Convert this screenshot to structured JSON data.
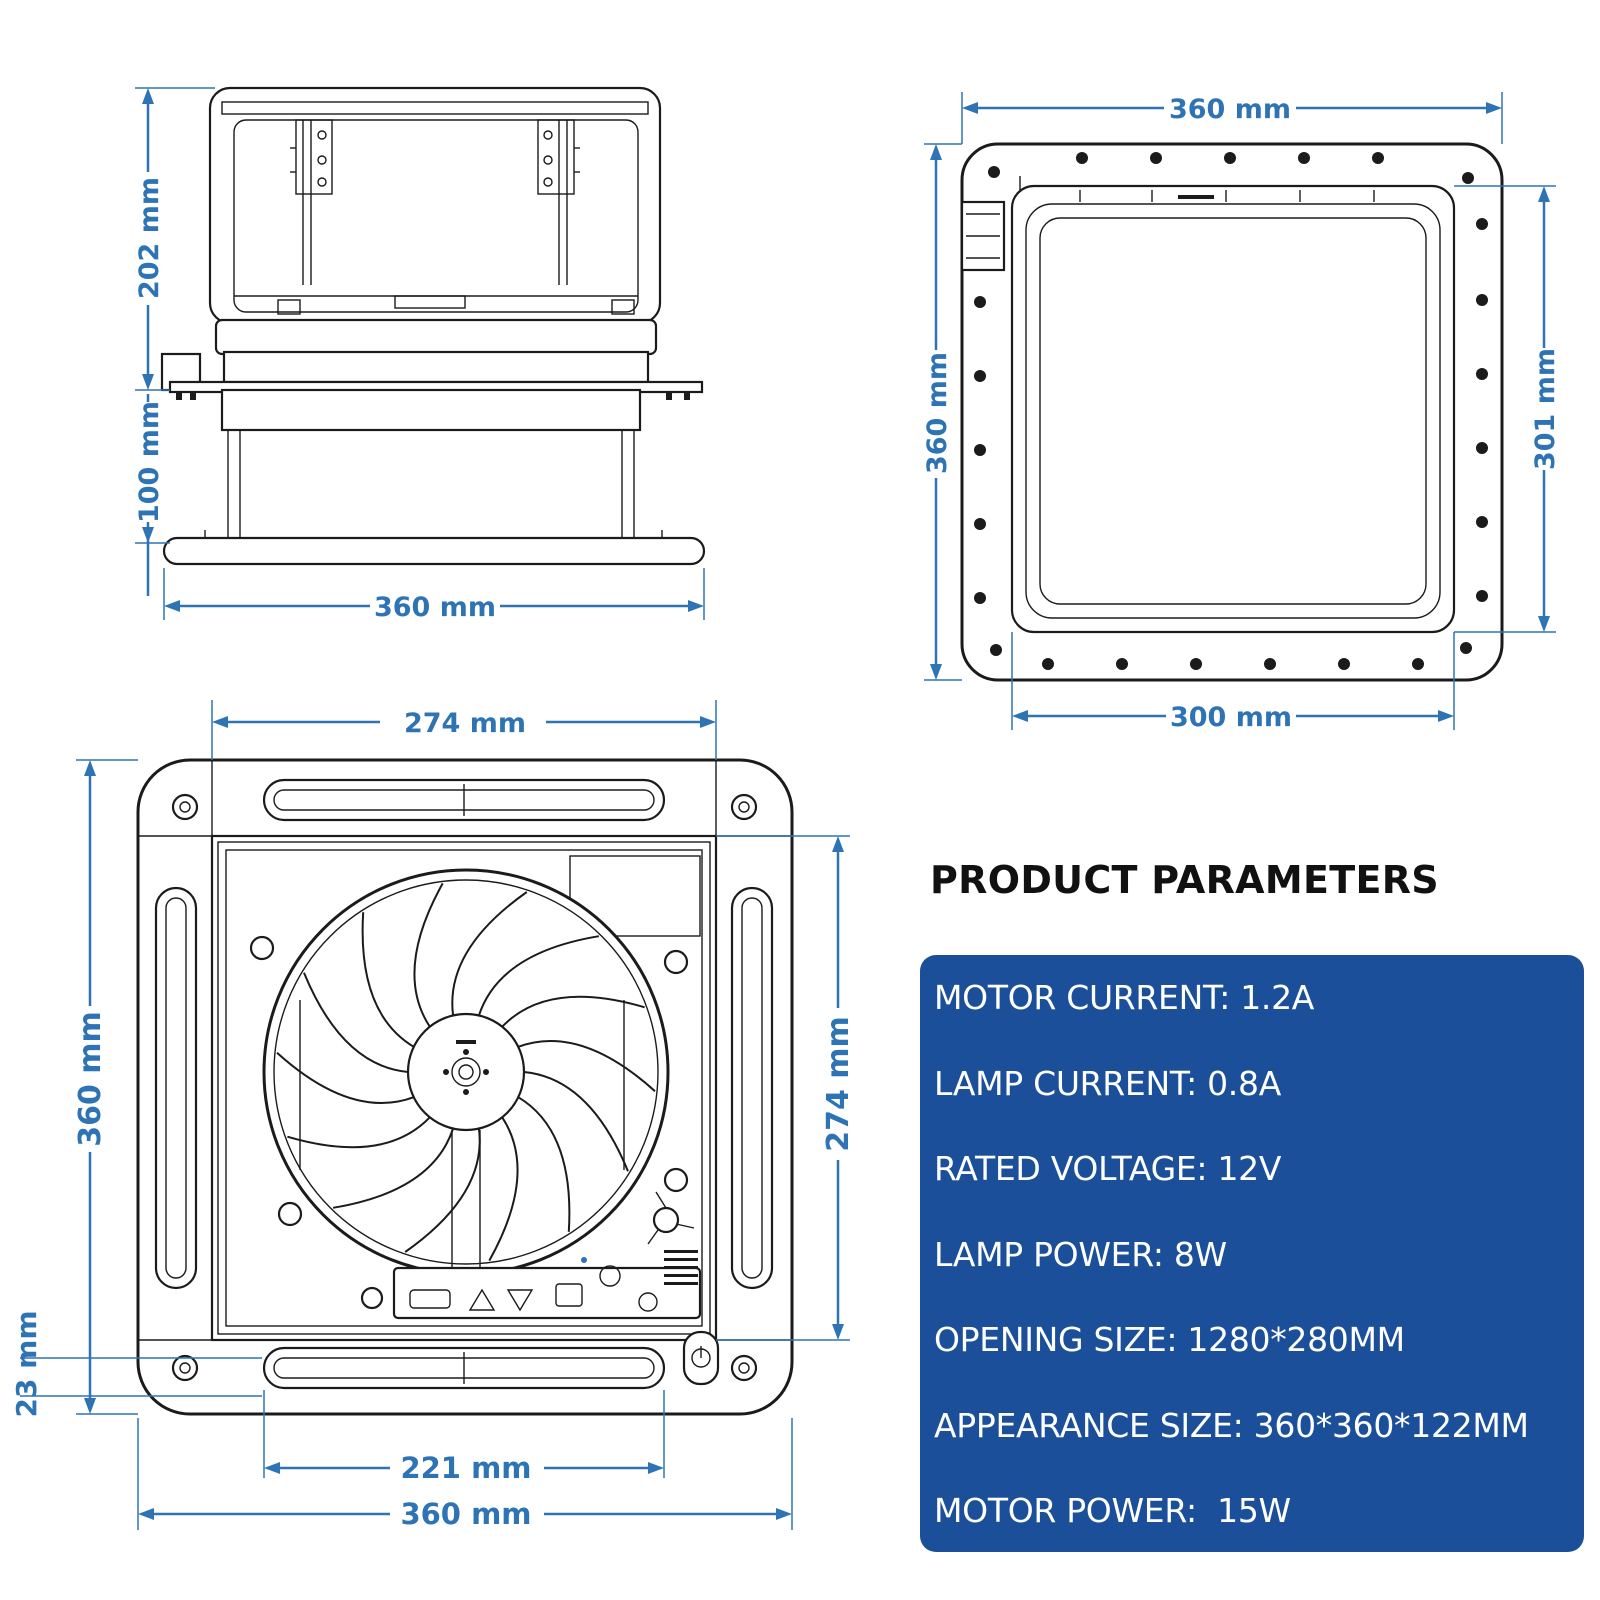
{
  "side_view": {
    "height_upper": "202 mm",
    "height_lower": "100 mm",
    "width": "360 mm"
  },
  "top_view": {
    "outer_width": "360 mm",
    "outer_height": "360 mm",
    "inner_height": "301 mm",
    "inner_width": "300 mm"
  },
  "bottom_view": {
    "top_width": "274 mm",
    "left_height": "360 mm",
    "right_height": "274 mm",
    "edge_offset": "23 mm",
    "slot_width": "221 mm",
    "total_width": "360 mm"
  },
  "parameters": {
    "title": "PRODUCT PARAMETERS",
    "rows": [
      "MOTOR CURRENT: 1.2A",
      "LAMP CURRENT: 0.8A",
      "RATED VOLTAGE: 12V",
      "LAMP POWER: 8W",
      "OPENING SIZE: 1280*280MM",
      "APPEARANCE SIZE: 360*360*122MM",
      "MOTOR POWER:  15W"
    ]
  },
  "colors": {
    "dimension_blue": "#2e74b5",
    "panel_blue": "#1c4f9a"
  },
  "icons": [
    "power-icon",
    "fan-icon"
  ]
}
